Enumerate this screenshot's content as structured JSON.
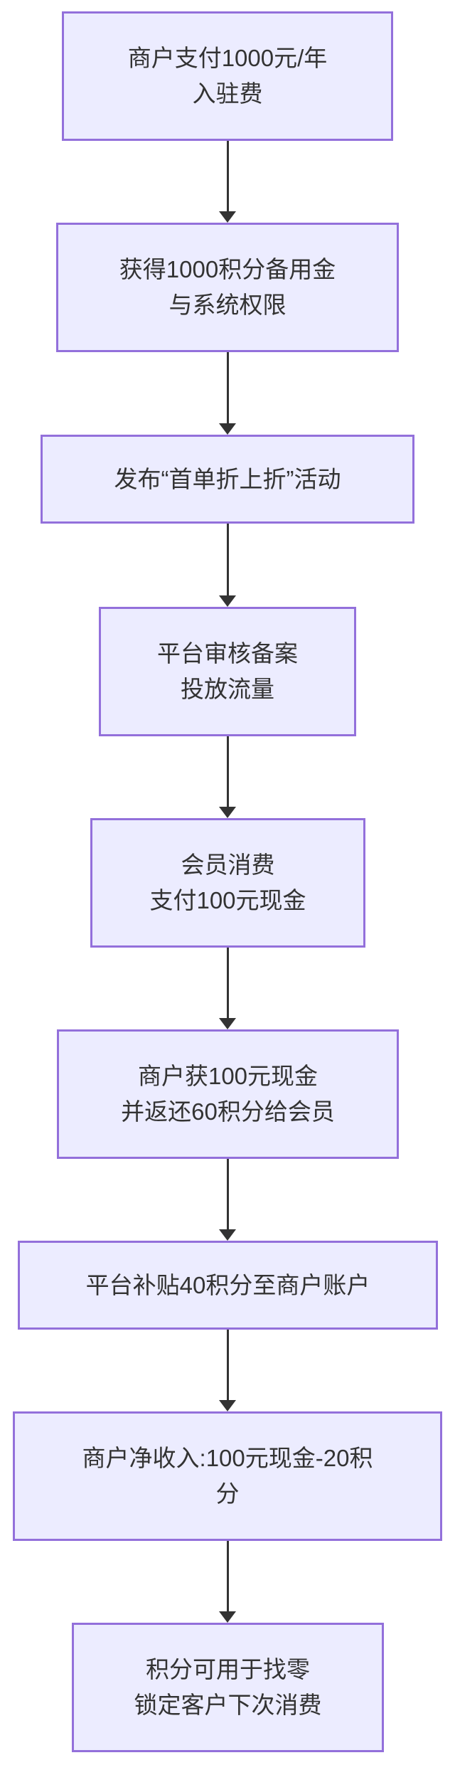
{
  "diagram": {
    "type": "flowchart",
    "direction": "top-down",
    "colors": {
      "background": "#FFFFFF",
      "node_fill": "#ECECFF",
      "node_border": "#9370DB",
      "text": "#333333",
      "arrow": "#333333"
    },
    "nodes": [
      {
        "id": "merchant-pays-entry-fee",
        "lines": [
          "商户支付1000元/年",
          "入驻费"
        ]
      },
      {
        "id": "receive-points-and-system-access",
        "lines": [
          "获得1000积分备用金",
          "与系统权限"
        ]
      },
      {
        "id": "publish-first-order-discount-promo",
        "lines": [
          "发布“首单折上折”活动"
        ]
      },
      {
        "id": "platform-review-and-traffic",
        "lines": [
          "平台审核备案",
          "投放流量"
        ]
      },
      {
        "id": "member-consumption-pays-cash",
        "lines": [
          "会员消费",
          "支付100元现金"
        ]
      },
      {
        "id": "merchant-gets-cash-returns-points",
        "lines": [
          "商户获100元现金",
          "并返还60积分给会员"
        ]
      },
      {
        "id": "platform-subsidy-to-merchant",
        "lines": [
          "平台补贴40积分至商户账户"
        ]
      },
      {
        "id": "merchant-net-income",
        "lines": [
          "商户净收入:100元现金-20积",
          "分"
        ]
      },
      {
        "id": "points-for-change-lock-customers",
        "lines": [
          "积分可用于找零",
          "锁定客户下次消费"
        ]
      }
    ],
    "connections": [
      {
        "from": 0,
        "to": 1
      },
      {
        "from": 1,
        "to": 2
      },
      {
        "from": 2,
        "to": 3
      },
      {
        "from": 3,
        "to": 4
      },
      {
        "from": 4,
        "to": 5
      },
      {
        "from": 5,
        "to": 6
      },
      {
        "from": 6,
        "to": 7
      },
      {
        "from": 7,
        "to": 8
      }
    ]
  }
}
